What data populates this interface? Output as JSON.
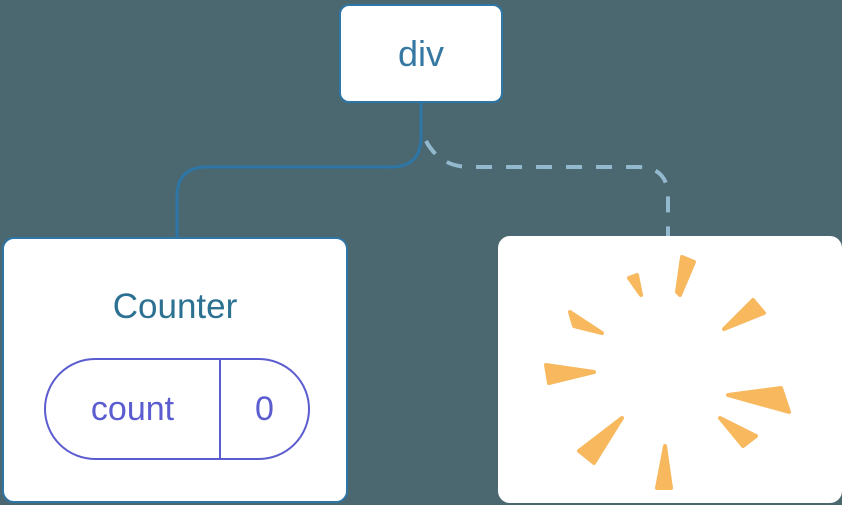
{
  "diagram": {
    "root_node": {
      "label": "div"
    },
    "counter_card": {
      "title": "Counter",
      "state": {
        "key": "count",
        "value": "0"
      }
    },
    "removed_card": {
      "icon": "poof-icon"
    },
    "connections": {
      "left_child": "solid",
      "right_child": "dashed"
    }
  },
  "colors": {
    "background": "#4B6770",
    "card-bg": "#FFFFFF",
    "line-blue": "#2E76A6",
    "node-text": "#3579A3",
    "title-text": "#2C7191",
    "dashed-blue": "#93B9CF",
    "pill-indigo": "#5B5CCF",
    "poof-orange": "#F7B85E"
  }
}
